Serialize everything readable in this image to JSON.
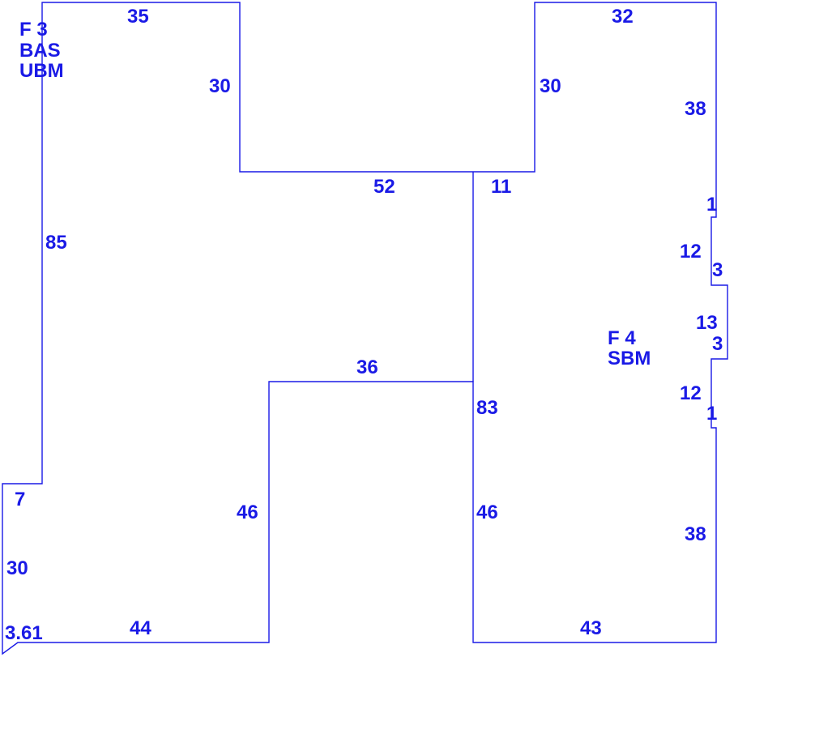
{
  "color": "#1a1ae6",
  "areas": {
    "area1": {
      "line1": "F  3",
      "line2": "BAS",
      "line3": "UBM"
    },
    "area2": {
      "line1": "F  4",
      "line2": "SBM"
    }
  },
  "dimensions": {
    "top_left": "35",
    "left_inner_top": "30",
    "left_outer": "85",
    "middle_top": "52",
    "right_inner_top": "30",
    "top_right": "32",
    "right_upper": "38",
    "divider_top": "11",
    "notch_1a": "1",
    "notch_12a": "12",
    "notch_3a": "3",
    "notch_13": "13",
    "notch_3b": "3",
    "notch_12b": "12",
    "notch_1b": "1",
    "middle_bottom": "36",
    "divider_right": "83",
    "left_leg_inner": "46",
    "right_leg_inner": "46",
    "right_lower": "38",
    "bottom_step": "7",
    "bottom_left_side": "30",
    "bottom_diagonal": "3.61",
    "bottom_left": "44",
    "bottom_right": "43"
  }
}
